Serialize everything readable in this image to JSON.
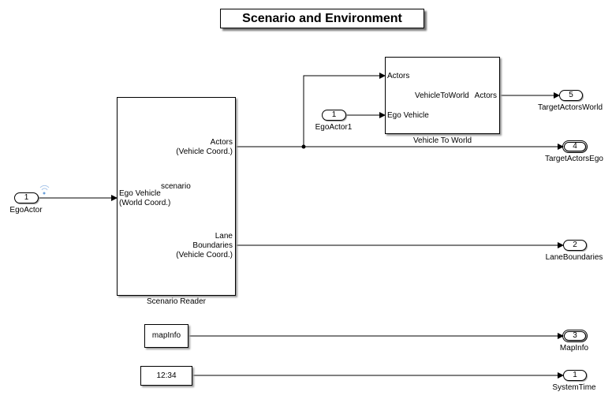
{
  "title": "Scenario and Environment",
  "blocks": {
    "scenario_reader": {
      "name": "Scenario Reader",
      "input_ego": "Ego Vehicle\n(World Coord.)",
      "input_ego_line1": "Ego Vehicle",
      "input_ego_line2": "(World Coord.)",
      "center_label": "scenario",
      "output_actors_line1": "Actors",
      "output_actors_line2": "(Vehicle Coord.)",
      "output_lanes_line1": "Lane",
      "output_lanes_line2": "Boundaries",
      "output_lanes_line3": "(Vehicle Coord.)"
    },
    "vehicle_to_world": {
      "name": "Vehicle To World",
      "input_actors": "Actors",
      "input_ego": "Ego Vehicle",
      "center_label": "VehicleToWorld",
      "output_actors": "Actors"
    },
    "map_info": {
      "label": "mapInfo"
    },
    "clock": {
      "label": "12:34"
    }
  },
  "inports": [
    {
      "number": "1",
      "name": "EgoActor"
    },
    {
      "number": "1",
      "name": "EgoActor1"
    }
  ],
  "outports": [
    {
      "number": "5",
      "name": "TargetActorsWorld"
    },
    {
      "number": "4",
      "name": "TargetActorsEgo"
    },
    {
      "number": "2",
      "name": "LaneBoundaries"
    },
    {
      "number": "3",
      "name": "MapInfo"
    },
    {
      "number": "1",
      "name": "SystemTime"
    }
  ],
  "colors": {
    "wire": "#000000",
    "signal_icon": "#6a9fd8"
  }
}
